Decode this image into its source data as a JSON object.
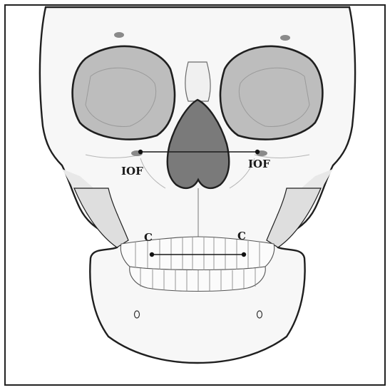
{
  "labels": {
    "iof_left": "IOF",
    "iof_right": "IOF",
    "c_left": "C",
    "c_right": "C"
  },
  "colors": {
    "bone_fill": "#f7f7f7",
    "outline": "#1f1f1f",
    "orbit_fill": "#bdbdbd",
    "nasal_fill": "#7a7a7a",
    "shadow": "#dcdcdc"
  }
}
